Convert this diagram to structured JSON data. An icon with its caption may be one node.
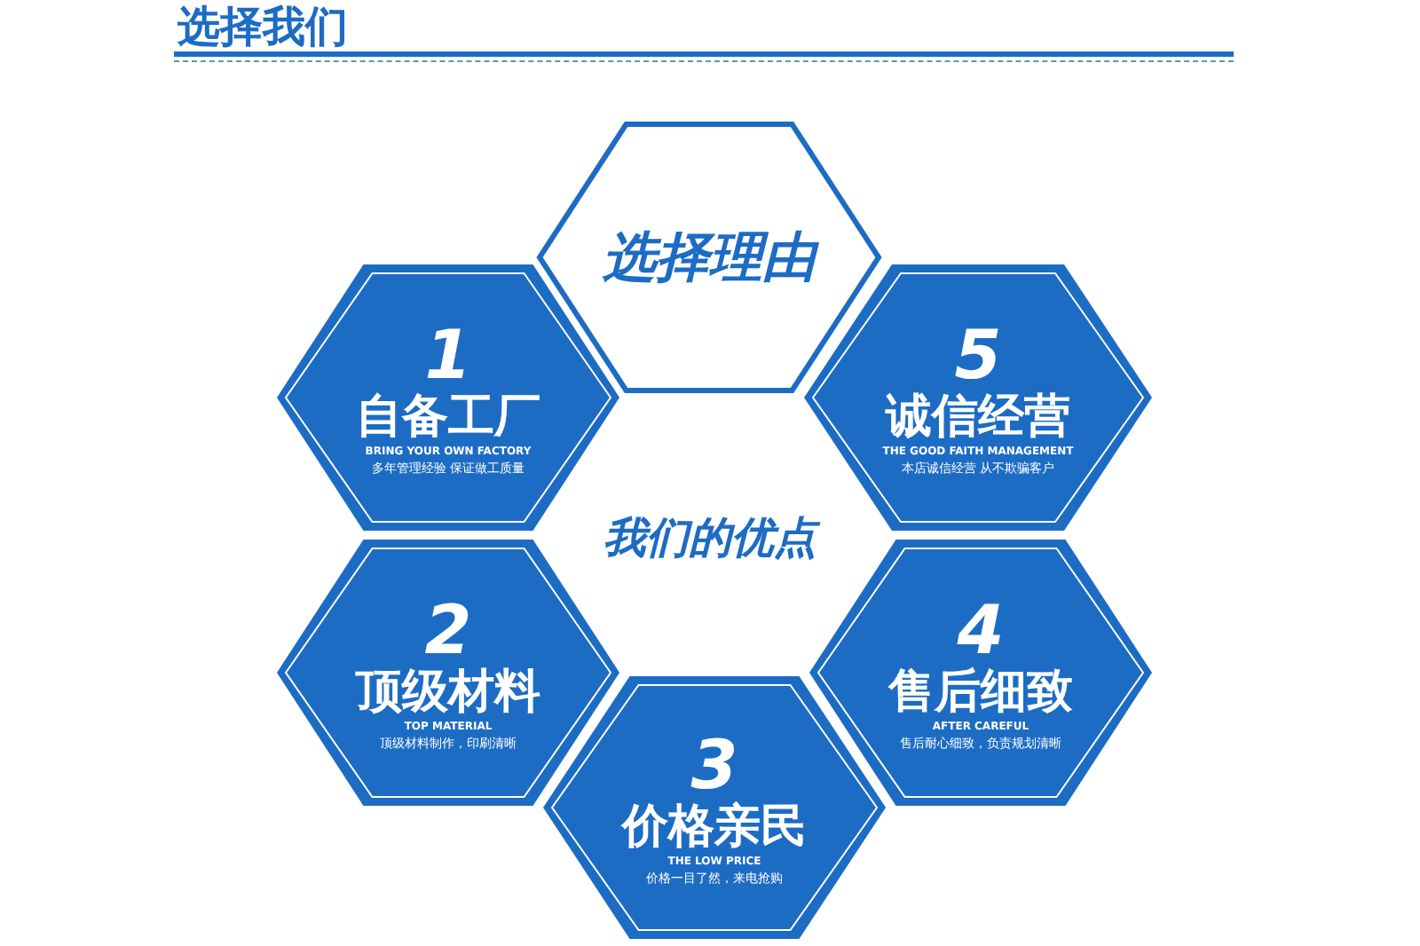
{
  "diagram": {
    "title": "选择我们",
    "nodes": [
      {
        "text": [
          "选择理由"
        ]
      },
      {
        "text": [
          "1",
          "自备工厂",
          "BRING YOUR OWN FACTORY",
          "多年管理经验 保证做工质量"
        ]
      },
      {
        "text": [
          "5",
          "诚信经营",
          "THE GOOD FAITH MANAGEMENT",
          "本店诚信经营 从不欺骗客户"
        ]
      },
      {
        "text": [
          "2",
          "顶级材料",
          "TOP MATERIAL",
          "顶级材料制作，印刷清晰"
        ]
      },
      {
        "text": [
          "4",
          "售后细致",
          "AFTER CAREFUL",
          "售后耐心细致，负责规划清晰"
        ]
      },
      {
        "text": [
          "3",
          "价格亲民",
          "THE LOW PRICE",
          "价格一目了然，来电抢购"
        ]
      }
    ],
    "labels": [
      "我们的优点"
    ]
  }
}
